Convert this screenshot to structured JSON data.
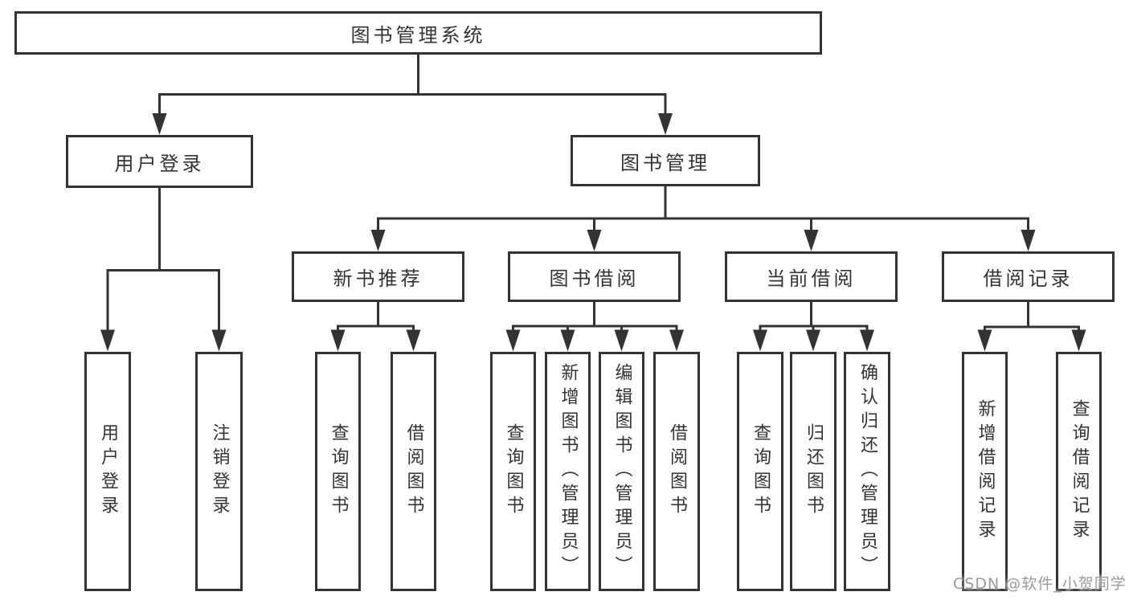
{
  "diagram_title": "图书管理系统",
  "tree": {
    "label": "图书管理系统",
    "children": [
      {
        "label": "用户登录",
        "children": [
          {
            "label": "用户登录"
          },
          {
            "label": "注销登录"
          }
        ]
      },
      {
        "label": "图书管理",
        "children": [
          {
            "label": "新书推荐",
            "children": [
              {
                "label": "查询图书"
              },
              {
                "label": "借阅图书"
              }
            ]
          },
          {
            "label": "图书借阅",
            "children": [
              {
                "label": "查询图书"
              },
              {
                "label": "新增图书（管理员）"
              },
              {
                "label": "编辑图书（管理员）"
              },
              {
                "label": "借阅图书"
              }
            ]
          },
          {
            "label": "当前借阅",
            "children": [
              {
                "label": "查询图书"
              },
              {
                "label": "归还图书"
              },
              {
                "label": "确认归还（管理员）"
              }
            ]
          },
          {
            "label": "借阅记录",
            "children": [
              {
                "label": "新增借阅记录"
              },
              {
                "label": "查询借阅记录"
              }
            ]
          }
        ]
      }
    ]
  },
  "watermark": {
    "text": "CSDN @软件_小贺同学"
  },
  "colors": {
    "line": "#333333",
    "box_border": "#333333",
    "box_fill": "#ffffff",
    "text": "#333333",
    "watermark": "#9b9b9b",
    "background": "#ffffff"
  }
}
